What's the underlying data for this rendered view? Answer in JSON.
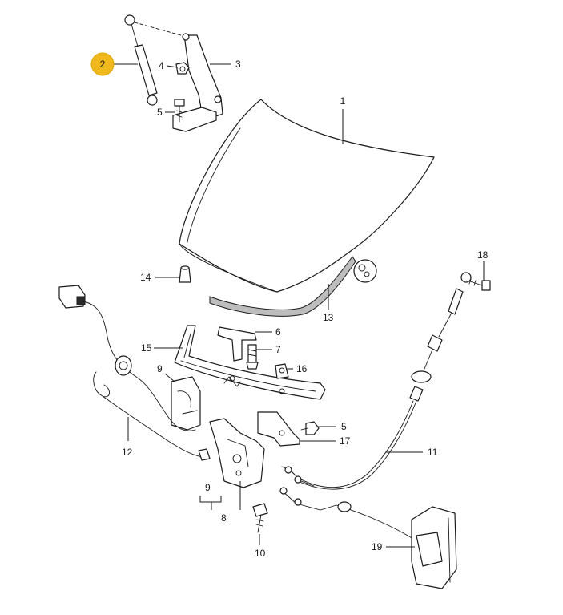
{
  "diagram": {
    "highlighted_callout": "2",
    "highlight_color": "#F0B81C",
    "callouts": [
      {
        "id": "c1",
        "label": "1"
      },
      {
        "id": "c2",
        "label": "2"
      },
      {
        "id": "c3",
        "label": "3"
      },
      {
        "id": "c4",
        "label": "4"
      },
      {
        "id": "c5a",
        "label": "5"
      },
      {
        "id": "c5b",
        "label": "5"
      },
      {
        "id": "c6",
        "label": "6"
      },
      {
        "id": "c7",
        "label": "7"
      },
      {
        "id": "c8",
        "label": "8"
      },
      {
        "id": "c9a",
        "label": "9"
      },
      {
        "id": "c9b",
        "label": "9"
      },
      {
        "id": "c10",
        "label": "10"
      },
      {
        "id": "c11",
        "label": "11"
      },
      {
        "id": "c12",
        "label": "12"
      },
      {
        "id": "c13",
        "label": "13"
      },
      {
        "id": "c14",
        "label": "14"
      },
      {
        "id": "c15",
        "label": "15"
      },
      {
        "id": "c16",
        "label": "16"
      },
      {
        "id": "c17",
        "label": "17"
      },
      {
        "id": "c18",
        "label": "18"
      },
      {
        "id": "c19",
        "label": "19"
      }
    ]
  }
}
